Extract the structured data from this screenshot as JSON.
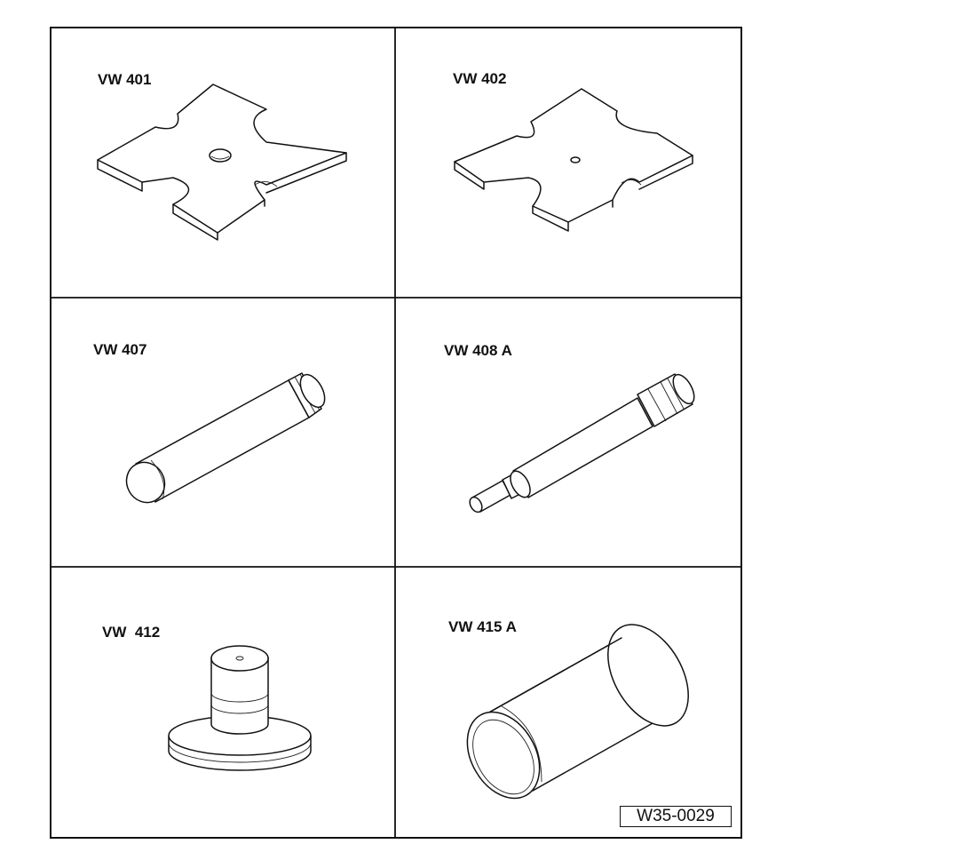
{
  "tools": [
    {
      "label": "VW 401",
      "icon": "cross-plate-large-hole-icon"
    },
    {
      "label": "VW 402",
      "icon": "cross-plate-small-hole-icon"
    },
    {
      "label": "VW 407",
      "icon": "drift-pin-icon"
    },
    {
      "label": "VW 408 A",
      "icon": "stepped-drift-icon"
    },
    {
      "label": "VW  412",
      "icon": "flanged-press-tool-icon"
    },
    {
      "label": "VW 415 A",
      "icon": "press-sleeve-icon"
    }
  ],
  "reference_code": "W35-0029"
}
